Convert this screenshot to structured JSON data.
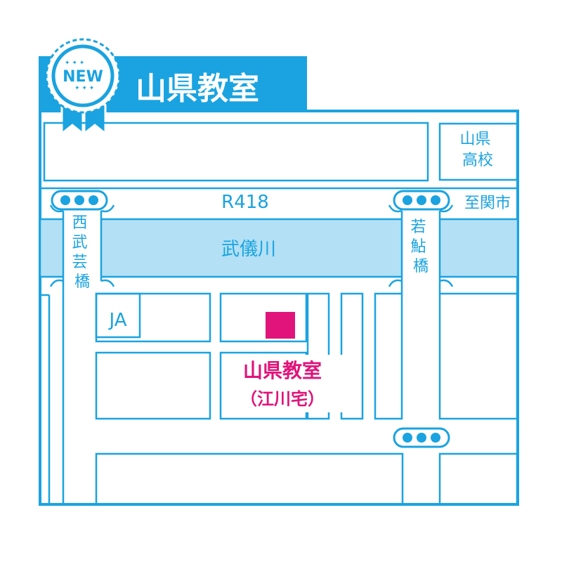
{
  "header": {
    "badge_label": "NEW",
    "title": "山県教室"
  },
  "map": {
    "school": "山県高校",
    "road": "R418",
    "direction": "至関市",
    "river": "武儀川",
    "bridge_left": "西武芸橋",
    "bridge_right": "若鮎橋",
    "ja": "JA",
    "destination": "山県教室",
    "destination_sub": "（江川宅）"
  },
  "colors": {
    "blue": "#1aa3e0",
    "river": "#b3e0f5",
    "magenta": "#e0147a",
    "bg": "#ffffff"
  }
}
